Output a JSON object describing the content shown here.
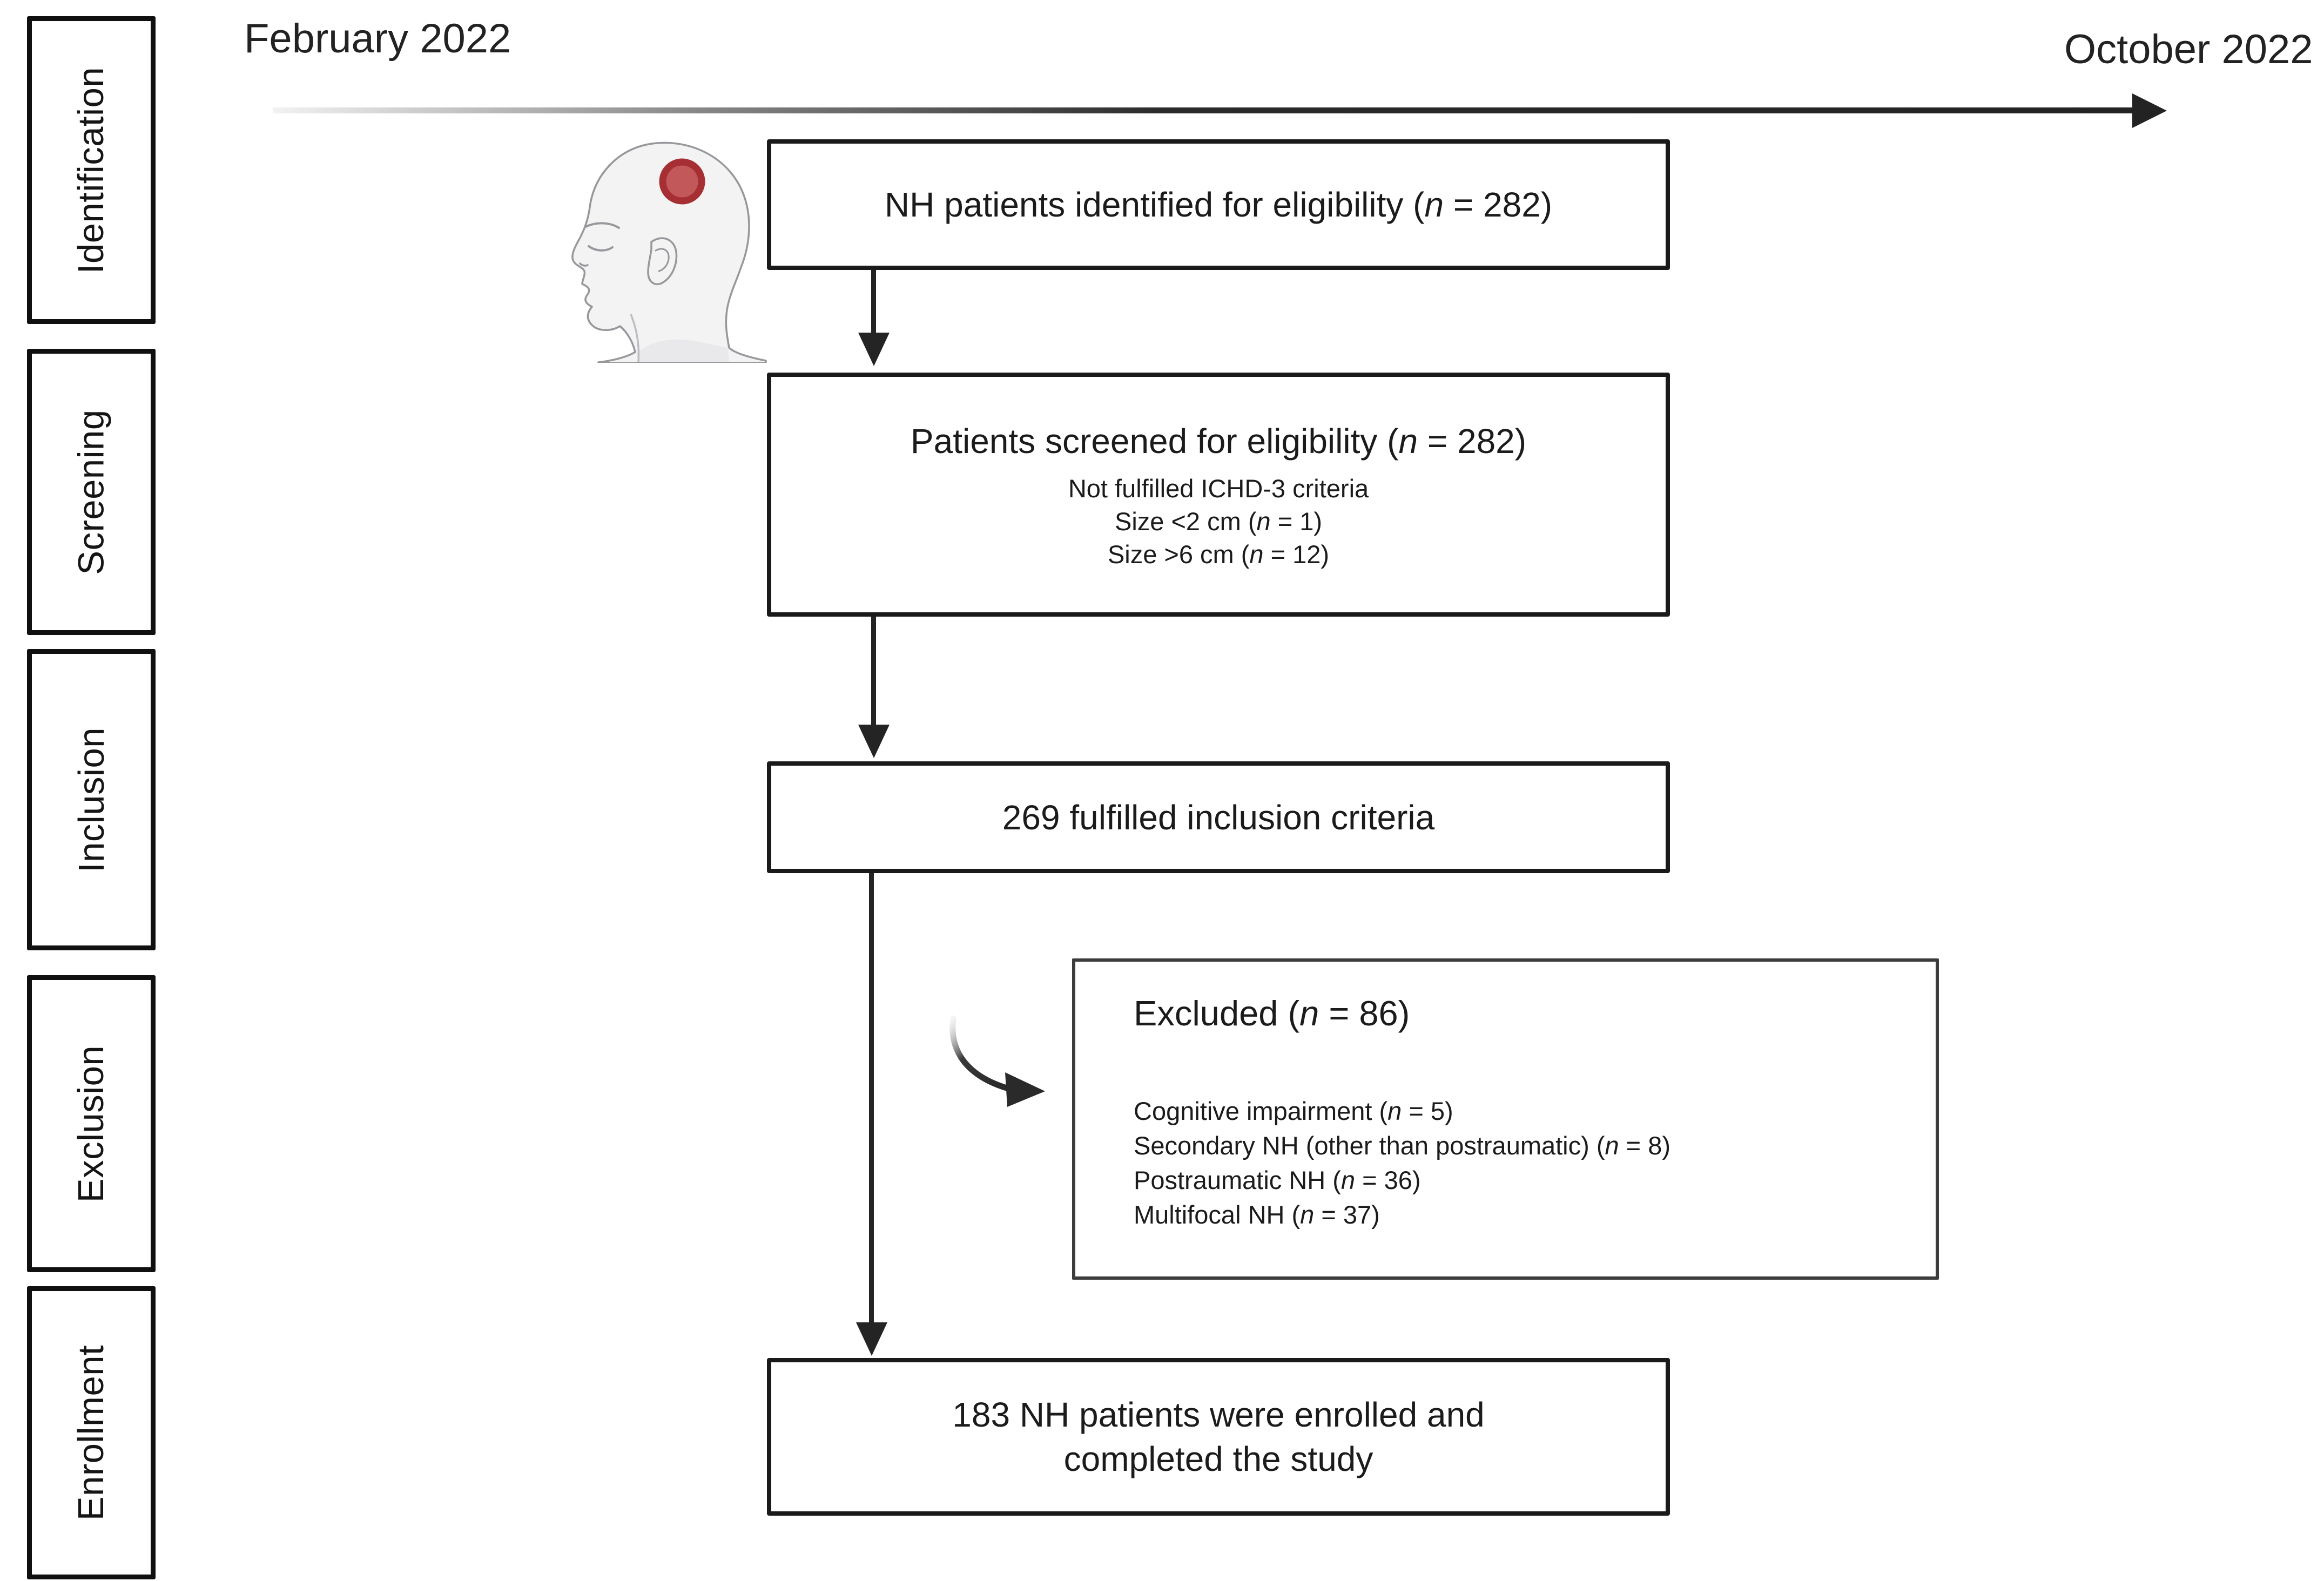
{
  "figure": {
    "timeline": {
      "start_label": "February 2022",
      "end_label": "October 2022"
    },
    "stages": [
      "Identification",
      "Screening",
      "Inclusion",
      "Exclusion",
      "Enrollment"
    ],
    "boxes": {
      "identified": {
        "text": "NH patients identified for eligibility (n = 282)"
      },
      "screened": {
        "title": "Patients screened for eligibility (n = 282)",
        "lines": [
          "Not fulfilled ICHD-3 criteria",
          "Size <2 cm (n = 1)",
          "Size >6 cm (n = 12)"
        ]
      },
      "inclusion": {
        "text": "269 fulfilled inclusion criteria"
      },
      "excluded": {
        "title": "Excluded (n = 86)",
        "lines": [
          "Cognitive impairment (n = 5)",
          "Secondary NH (other than postraumatic) (n = 8)",
          "Postraumatic NH (n = 36)",
          "Multifocal NH (n = 37)"
        ]
      },
      "enrolled": {
        "lines": [
          "183 NH patients were enrolled and",
          "completed the study"
        ]
      }
    },
    "icons": {
      "head": "human-head-profile",
      "headache_spot": "red-headache-spot"
    },
    "colors": {
      "box_border": "#1a1a1a",
      "excluded_border": "#3c3c3c",
      "arrow": "#242424",
      "headache_fill": "#c3585b",
      "headache_ring": "#a52f33",
      "head_fill": "#f3f3f4",
      "head_outline": "#97979c"
    }
  }
}
